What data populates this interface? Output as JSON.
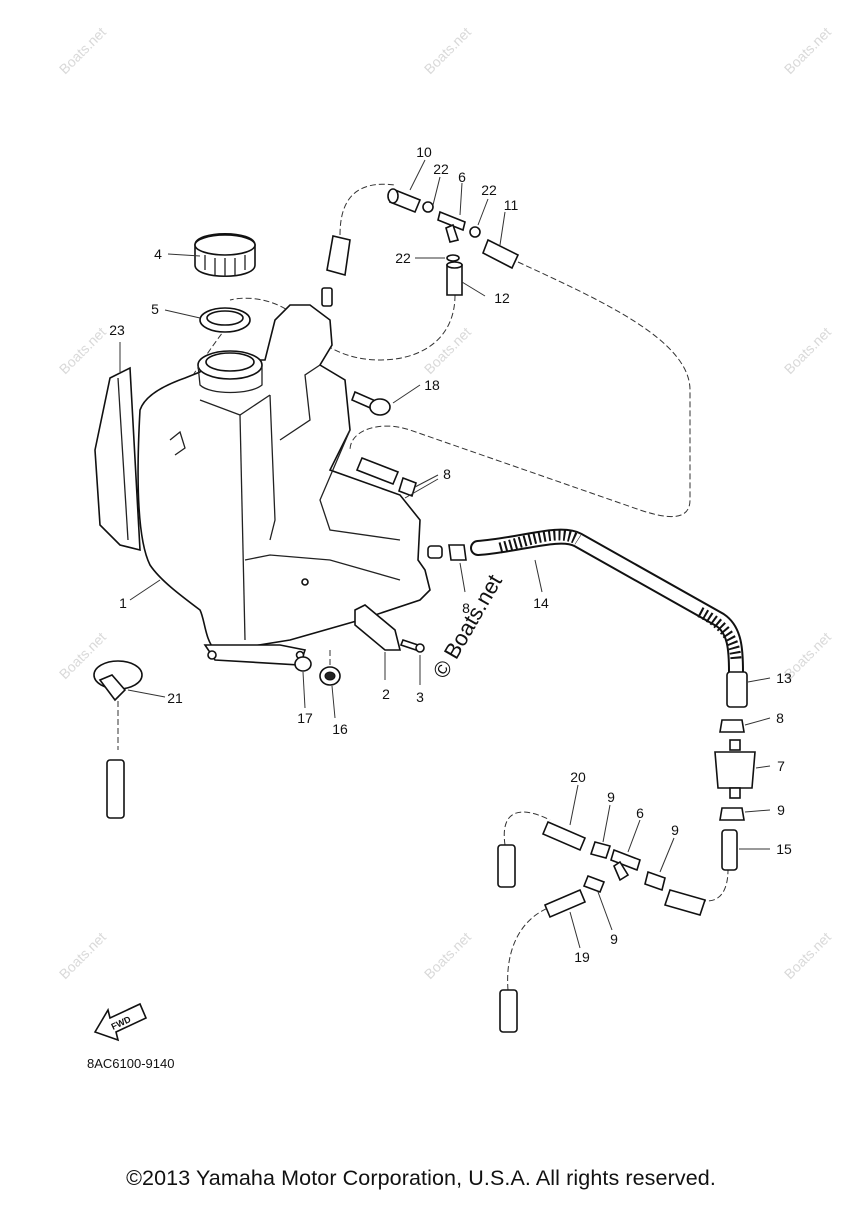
{
  "diagram": {
    "part_labels": [
      "1",
      "2",
      "3",
      "4",
      "5",
      "6",
      "6",
      "7",
      "8",
      "8",
      "8",
      "9",
      "9",
      "9",
      "9",
      "10",
      "11",
      "12",
      "13",
      "14",
      "15",
      "16",
      "17",
      "18",
      "19",
      "20",
      "21",
      "22",
      "22",
      "22",
      "23"
    ],
    "watermark": "Boats.net",
    "center_watermark": "© Boats.net",
    "fwd_label": "FWD",
    "drawing_code": "8AC6100-9140",
    "copyright": "©2013 Yamaha Motor Corporation, U.S.A. All rights reserved."
  }
}
